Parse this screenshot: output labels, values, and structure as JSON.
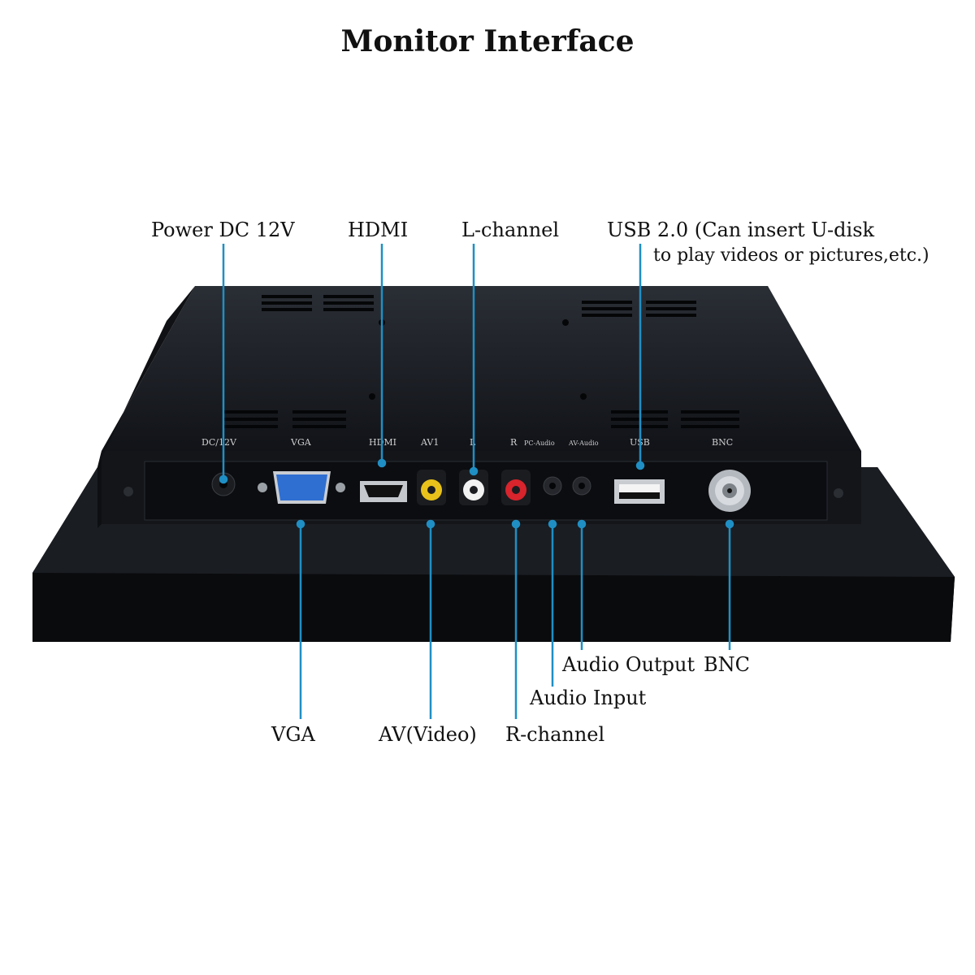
{
  "title": "Monitor Interface",
  "callouts_top": {
    "power": "Power DC 12V",
    "hdmi": "HDMI",
    "lchannel": "L-channel",
    "usb_line1": "USB 2.0 (Can insert U-disk",
    "usb_line2": "to play videos or pictures,etc.)"
  },
  "callouts_bottom": {
    "vga": "VGA",
    "av": "AV(Video)",
    "rchannel": "R-channel",
    "audio_input": "Audio Input",
    "audio_output": "Audio Output",
    "bnc": "BNC"
  },
  "panel_labels": {
    "dc12v": "DC/12V",
    "vga": "VGA",
    "hdmi": "HDMI",
    "av1": "AV1",
    "l": "L",
    "r": "R",
    "pc_audio": "PC-Audio",
    "av_audio": "AV-Audio",
    "usb": "USB",
    "bnc": "BNC"
  },
  "colors": {
    "leader_line": "#1f8fc4",
    "chassis": "#15181d",
    "av_yellow": "#e8c21a",
    "audio_white": "#f2f2f2",
    "audio_red": "#d8242c",
    "vga_blue": "#2f6fd1"
  }
}
